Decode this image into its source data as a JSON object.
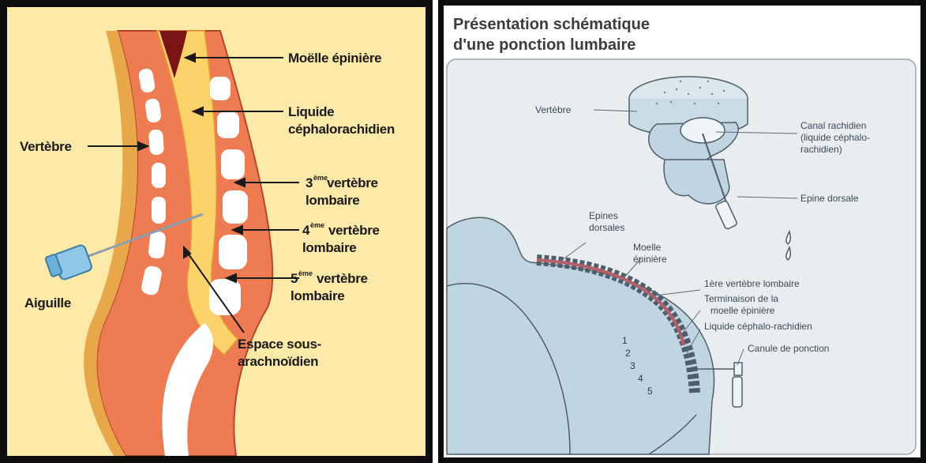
{
  "left_diagram": {
    "labels": {
      "moelle": "Moëlle épinière",
      "liquide_1": "Liquide",
      "liquide_2": "céphalorachidien",
      "vertebre": "Vertèbre",
      "v3_num": "3",
      "v3_sup": "ème",
      "v3_word": "vertèbre",
      "v3_line2": "lombaire",
      "v4_num": "4",
      "v4_sup": "ème",
      "v4_word": "vertèbre",
      "v4_line2": "lombaire",
      "v5_num": "5",
      "v5_sup": "ème",
      "v5_word": "vertèbre",
      "v5_line2": "lombaire",
      "aiguille": "Aiguille",
      "espace_1": "Espace sous-",
      "espace_2": "arachnoïdien"
    },
    "colors": {
      "background": "#fde9a8",
      "tissue": "#ee7b52",
      "bone": "#ffffff",
      "csf": "#fcd36a",
      "cord": "#7a1414"
    }
  },
  "right_diagram": {
    "title_line1": "Présentation schématique",
    "title_line2": "d'une ponction lumbaire",
    "labels": {
      "vertebre": "Vertèbre",
      "canal_1": "Canal rachidien",
      "canal_2": "(liquide céphalo-",
      "canal_3": "rachidien)",
      "epine_dorsale": "Epine dorsale",
      "epines_1": "Epines",
      "epines_2": "dorsales",
      "moelle_1": "Moelle",
      "moelle_2": "épinière",
      "premiere": "1ère vertèbre lombaire",
      "terminaison_1": "Terminaison de la",
      "terminaison_2": "moelle épinière",
      "liquide": "Liquide céphalo-rachidien",
      "canule": "Canule de ponction"
    },
    "numbers": [
      "1",
      "2",
      "3",
      "4",
      "5"
    ],
    "colors": {
      "frame": "#e9edf0",
      "body": "#bfd6e2",
      "outline": "#4f5e6a",
      "cord": "#b5606a"
    }
  }
}
